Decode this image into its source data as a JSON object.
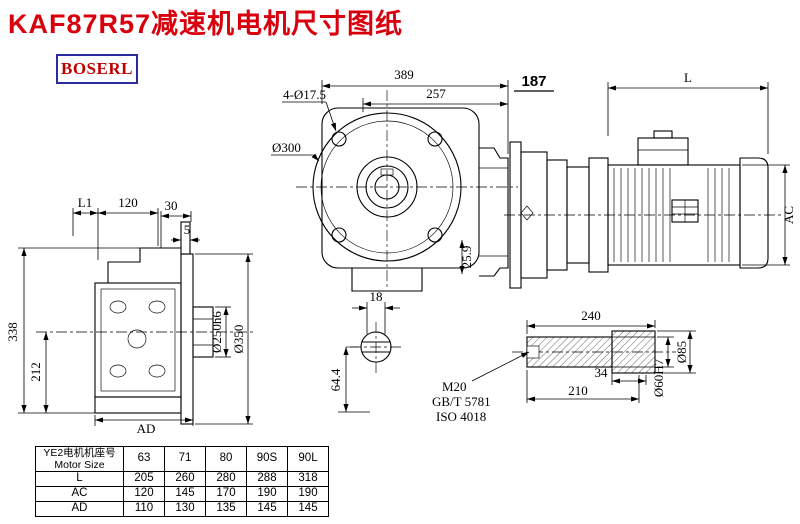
{
  "title": "KAF87R57减速机电机尺寸图纸",
  "logo": "BOSERL",
  "colors": {
    "title_red": "#d9000d",
    "logo_red": "#c00000",
    "logo_border_blue": "#2b2b9e",
    "line_black": "#000000"
  },
  "front_view": {
    "width_total": "389",
    "width_inner": "257",
    "bolt_note": "4-Ø17.5",
    "flange_dia": "Ø300",
    "key_offset": "25.9",
    "key_width": "18",
    "shaft_bottom": "64.4"
  },
  "side_view": {
    "flange_to_motor": "187",
    "motor_length": "L",
    "motor_height": "AC"
  },
  "left_view": {
    "l1": "L1",
    "d120": "120",
    "d30": "30",
    "d5": "5",
    "h338": "338",
    "h212": "212",
    "ad": "AD",
    "hub_dia": "Ø250h6",
    "flange_dia": "Ø350"
  },
  "shaft_detail": {
    "len_total": "240",
    "len_step": "34",
    "len_body": "210",
    "thread": "M20",
    "std1": "GB/T 5781",
    "std2": "ISO 4018",
    "bore_dia": "Ø60H7",
    "hub_dia": "Ø85"
  },
  "table": {
    "header_cn": "YE2电机机座号",
    "header_en": "Motor Size",
    "sizes": [
      "63",
      "71",
      "80",
      "90S",
      "90L"
    ],
    "rows": [
      {
        "label": "L",
        "values": [
          "205",
          "260",
          "280",
          "288",
          "318"
        ]
      },
      {
        "label": "AC",
        "values": [
          "120",
          "145",
          "170",
          "190",
          "190"
        ]
      },
      {
        "label": "AD",
        "values": [
          "110",
          "130",
          "135",
          "145",
          "145"
        ]
      }
    ]
  }
}
